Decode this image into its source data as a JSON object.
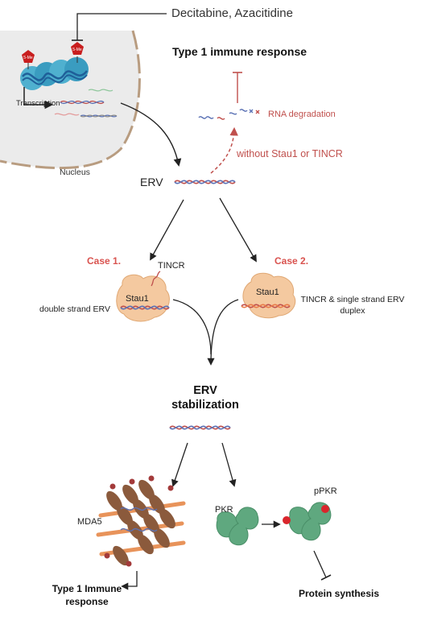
{
  "labels": {
    "drugs": "Decitabine, Azacitidine",
    "title": "Type 1 immune response",
    "rna_degradation": "RNA degradation",
    "without_stau1_tincr": "without Stau1 or TINCR",
    "transcription": "Transcription",
    "nucleus": "Nucleus",
    "erv": "ERV",
    "case1": "Case 1.",
    "case2": "Case 2.",
    "tincr": "TINCR",
    "stau1": "Stau1",
    "double_strand_erv": "double strand ERV",
    "tincr_duplex": "TINCR & single strand ERV duplex",
    "erv_stabilization": "ERV stabilization",
    "mda5": "MDA5",
    "pkr": "PKR",
    "ppkr": "pPKR",
    "type1_immune_response": "Type 1 Immune response",
    "protein_synthesis": "Protein synthesis",
    "methyl_mark": "5-Me"
  },
  "colors": {
    "dna_blue": "#4fb0cf",
    "rna_red": "#c0504d",
    "rna_blue": "#5b72b5",
    "stau1_orange": "#f4c9a0",
    "mda5_brown": "#8b5a3c",
    "pkr_green": "#5fa87f",
    "phospho_red": "#d9262c",
    "nucleus_gray": "#ebebeb",
    "case_red": "#d9534f"
  }
}
